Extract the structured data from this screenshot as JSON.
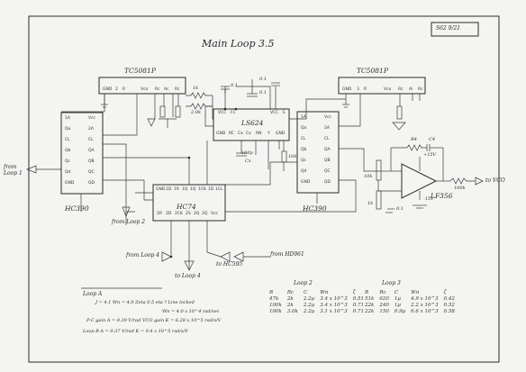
{
  "sheet": {
    "title": "Main Loop 3.5",
    "page_ref": "S62 9/21"
  },
  "components": {
    "pll_left": {
      "name": "TC5081P",
      "pins_top": [
        "GND",
        "2",
        "R",
        "Vco",
        "Rc",
        "Ac",
        "Rc"
      ]
    },
    "pll_right": {
      "name": "TC5081P",
      "pins_top": [
        "GND",
        "3",
        "R",
        "Vco",
        "Rc",
        "Ai",
        "Rc"
      ]
    },
    "phase_detector": {
      "name": "LS624",
      "pins_top": [
        "VCC",
        "FC",
        "VCC",
        "E"
      ],
      "pins_bottom": [
        "GND",
        "RC",
        "Cx",
        "Cx",
        "RN",
        "Y",
        "GND"
      ]
    },
    "counter_left": {
      "name": "HC390",
      "pins_left": [
        "1A",
        "Qa",
        "CL",
        "Qb",
        "Qc",
        "Qd",
        "GND"
      ],
      "pins_right": [
        "Vcc",
        "2A",
        "CL",
        "QA",
        "QB",
        "QC",
        "QD"
      ]
    },
    "counter_right": {
      "name": "HC390",
      "pins_left": [
        "1A",
        "Qa",
        "CL",
        "Qb",
        "Qc",
        "Qd",
        "GND"
      ],
      "pins_right": [
        "Vcc",
        "2A",
        "CL",
        "QA",
        "QB",
        "QC",
        "QD"
      ]
    },
    "flipflop": {
      "name": "HC74",
      "pins_top": [
        "GND",
        "1D",
        "1R",
        "1Q",
        "1Q",
        "1CK",
        "1D",
        "1CL"
      ],
      "pins_bottom": [
        "2R",
        "2D",
        "2CK",
        "2S",
        "2Q",
        "2Q",
        "Vcc"
      ]
    },
    "opamp": {
      "name": "LF356"
    }
  },
  "labels": {
    "from_loop1": "from Loop 1",
    "from_loop2": "from Loop 2",
    "from_loop4": "from Loop 4",
    "to_loop4": "to Loop 4",
    "to_hc595": "to HC595",
    "from_hd": "from HD961",
    "to_vco": "to VCO",
    "r1": "1k",
    "r2": "2.0k",
    "c1": "0.1",
    "c2": "0.1",
    "c3": "0.1",
    "cx": "100p",
    "cx_label": "Cx",
    "rx": "10k",
    "rf": "R4",
    "cf": "C4",
    "rin1": "10k",
    "rin2": "1k",
    "rout": "100k",
    "c_out": "0.1",
    "vcc": "+15V",
    "vee": "-15V"
  },
  "notes": {
    "loop_a_title": "Loop A",
    "line1": "J = 4.1  Wn = 4.0  Zeta 0.5 eta ? Line locked",
    "line2": "Wn = 4.0 x 10^4 rad/sec",
    "line3": "P-C gain A = 0.39 V/rad   VCO gain K = 6.28 x 10^5 rad/s/V",
    "line4": "Loop B   A = 0.37 V/rad   K = 9.4 x 10^5 rad/s/V"
  },
  "table_loop2": {
    "title": "Loop 2",
    "headers": [
      "R",
      "Rc",
      "C",
      "Wn",
      "ζ"
    ],
    "rows": [
      [
        "47k",
        "2k",
        "2.2μ",
        "3.4 x 10^3",
        "0.51"
      ],
      [
        "100k",
        "2k",
        "2.2μ",
        "3.4 x 10^3",
        "0.71"
      ],
      [
        "100k",
        "3.0k",
        "2.2μ",
        "3.1 x 10^3",
        "0.71"
      ]
    ]
  },
  "table_loop3": {
    "title": "Loop 3",
    "headers": [
      "R",
      "Rc",
      "C",
      "Wn",
      "ζ"
    ],
    "rows": [
      [
        "51k",
        "620",
        "1μ",
        "4.9 x 10^3",
        "0.42"
      ],
      [
        "22k",
        "240",
        "1μ",
        "2.2 x 10^3",
        "0.52"
      ],
      [
        "22k",
        "150",
        "0.9μ",
        "6.6 x 10^3",
        "0.58"
      ]
    ]
  }
}
